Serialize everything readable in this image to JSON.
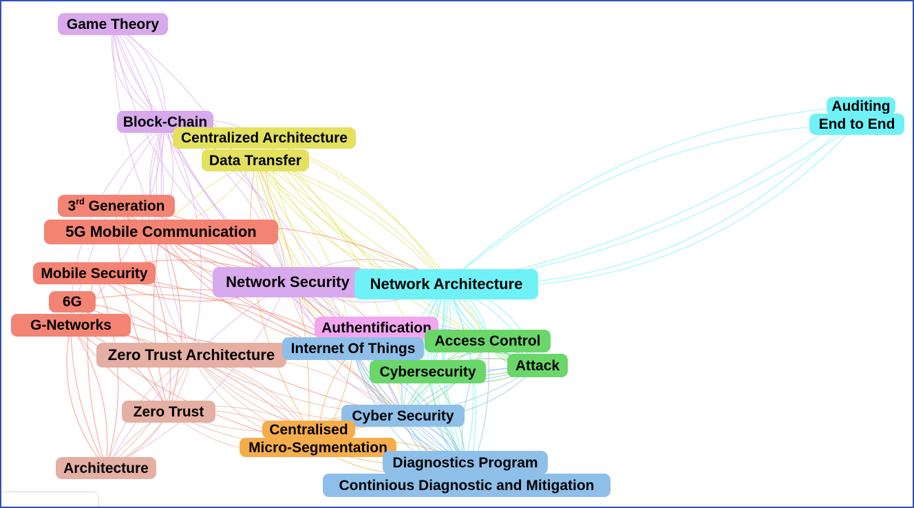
{
  "colors": {
    "purple": "#d8a9ec",
    "yellow": "#e3e15e",
    "red": "#f38373",
    "salmon": "#e5afa3",
    "cyan": "#6ff2f7",
    "pink": "#f2a6f0",
    "blue": "#8ebfe9",
    "green": "#6bd66a",
    "orange": "#f5ad4c",
    "border": "#2f52b8"
  },
  "nodes": {
    "game_theory": "Game Theory",
    "block_chain": "Block-Chain",
    "centralized_architecture": "Centralized Architecture",
    "data_transfer": "Data Transfer",
    "third_generation_prefix": "3",
    "third_generation_sup": "rd",
    "third_generation_rest": " Generation",
    "five_g_mobile_communication": "5G Mobile Communication",
    "mobile_security": "Mobile Security",
    "six_g": "6G",
    "g_networks": "G-Networks",
    "network_security": "Network Security",
    "network_architecture": "Network Architecture",
    "auditing": "Auditing",
    "end_to_end": "End to End",
    "authentification": "Authentification",
    "internet_of_things": "Internet Of Things",
    "access_control": "Access Control",
    "attack": "Attack",
    "cybersecurity": "Cybersecurity",
    "zero_trust_architecture": "Zero Trust Architecture",
    "zero_trust": "Zero Trust",
    "cyber_security": "Cyber Security",
    "centralised": "Centralised",
    "micro_segmentation": "Micro-Segmentation",
    "diagnostics_program": "Diagnostics Program",
    "continious_diagnostic_and_mitigation": "Continious Diagnostic and Mitigation",
    "architecture": "Architecture"
  }
}
